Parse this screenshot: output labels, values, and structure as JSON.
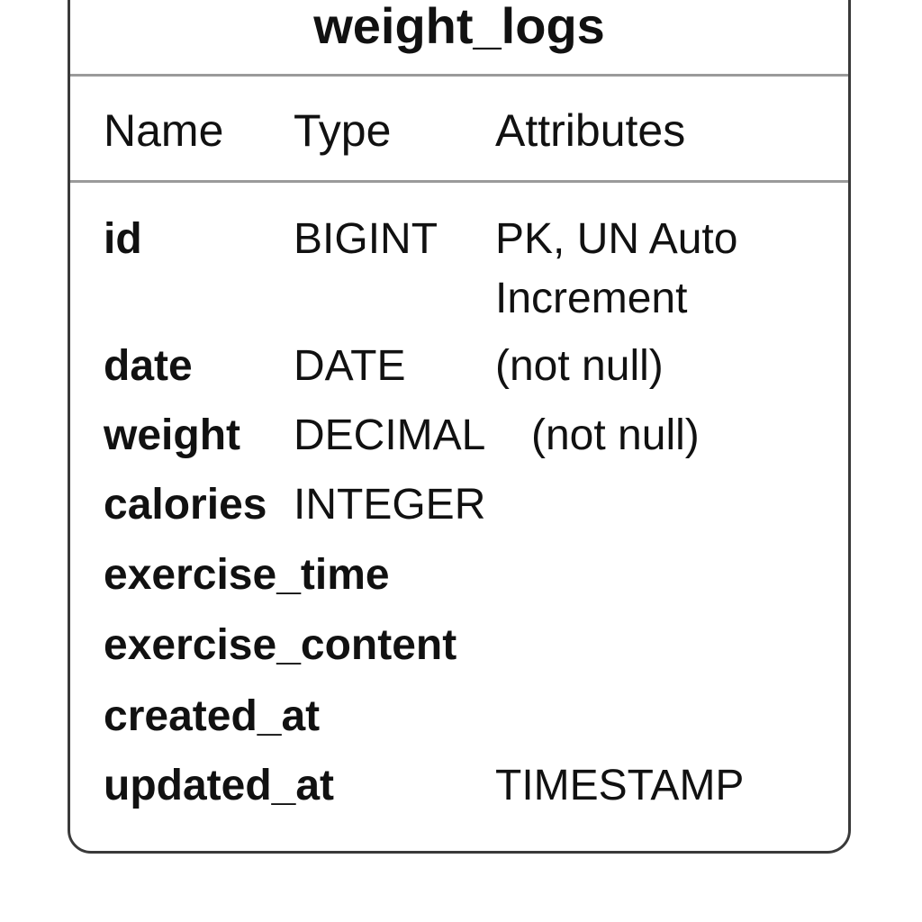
{
  "table": {
    "name": "weight_logs",
    "headers": {
      "name": "Name",
      "type": "Type",
      "attributes": "Attributes"
    },
    "columns": [
      {
        "name": "id",
        "type": "BIGINT",
        "attributes": "PK, UN Auto Increment"
      },
      {
        "name": "date",
        "type": "DATE",
        "attributes": "(not null)"
      },
      {
        "name": "weight",
        "type": "DECIMAL",
        "attributes": "(not null)"
      },
      {
        "name": "calories",
        "type": "INTEGER",
        "attributes": ""
      },
      {
        "name": "exercise_time",
        "type": "",
        "attributes": ""
      },
      {
        "name": "exercise_content",
        "type": "",
        "attributes": ""
      },
      {
        "name": "created_at",
        "type": "",
        "attributes": ""
      },
      {
        "name": "updated_at",
        "type": "",
        "attributes": "TIMESTAMP"
      }
    ]
  }
}
